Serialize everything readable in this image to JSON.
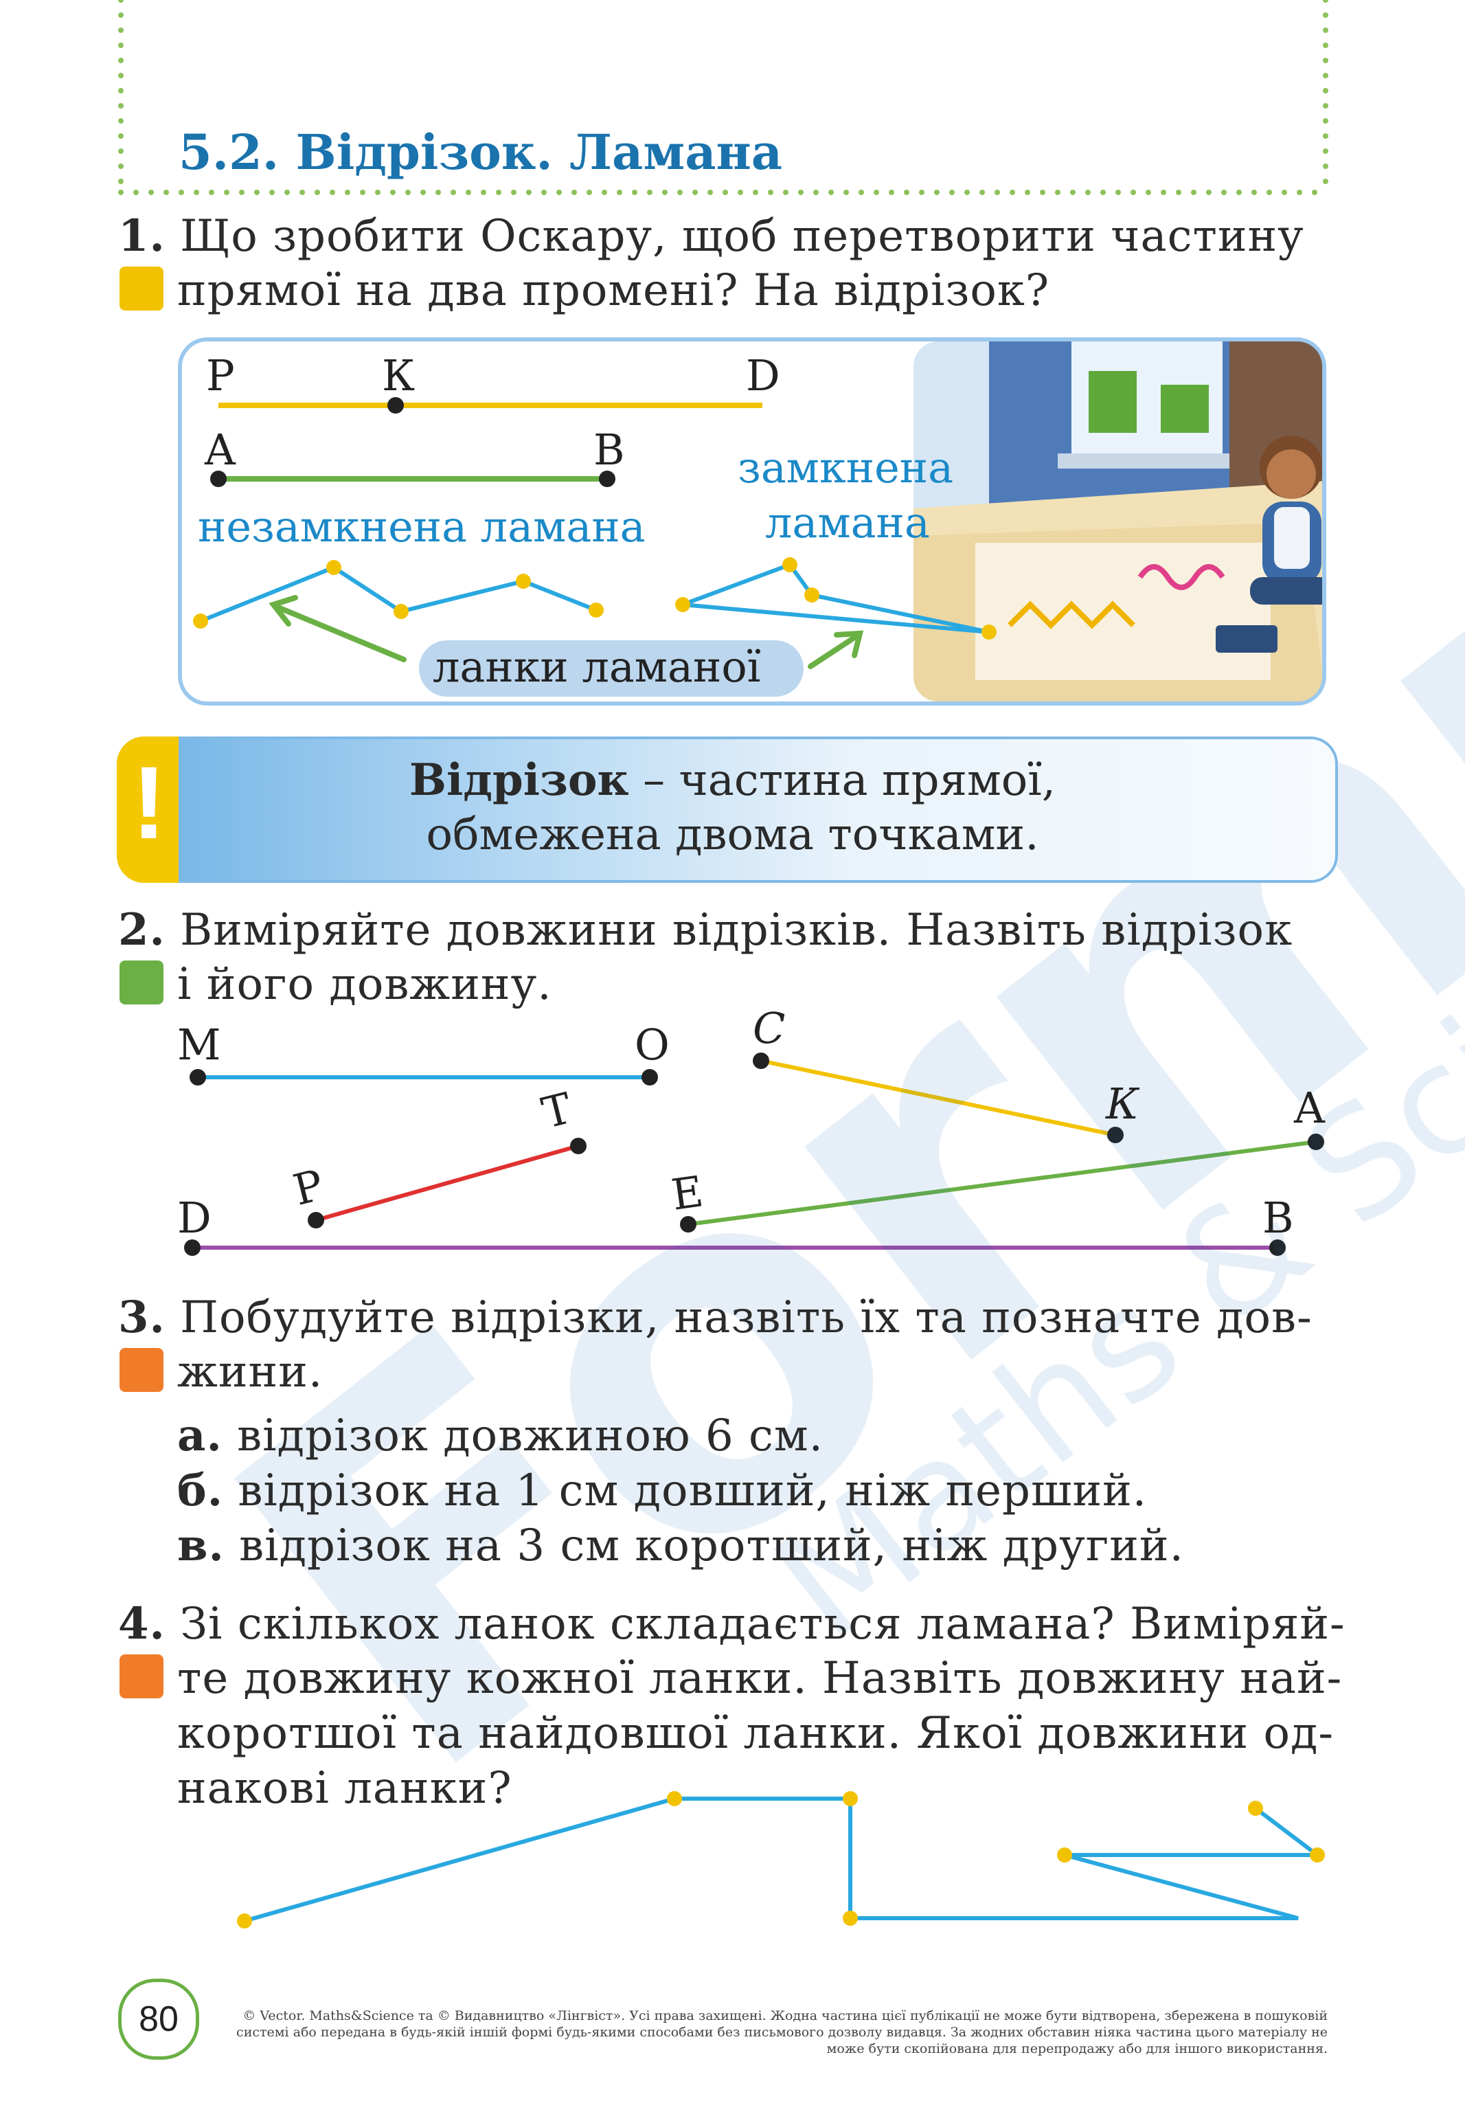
{
  "title": "5.2. Відрізок. Ламана",
  "task1": {
    "number": "1.",
    "line1": "Що зробити Оскару, щоб перетворити частину",
    "line2": "прямої на два промені? На відрізок?",
    "labels": {
      "P": "P",
      "K": "К",
      "D": "D",
      "A": "A",
      "B": "B",
      "open_polyline": "незамкнена ламана",
      "closed_line1": "замкнена",
      "closed_line2": "ламана",
      "links": "ланки ламаної"
    }
  },
  "definition": {
    "term": "Відрізок",
    "rest": " – частина прямої,",
    "line2": "обмежена двома точками."
  },
  "task2": {
    "number": "2.",
    "line1": "Виміряйте довжини відрізків. Назвіть відрізок",
    "line2": "і його довжину.",
    "labels": {
      "M": "M",
      "O": "O",
      "C": "C",
      "T": "T",
      "K": "К",
      "A": "A",
      "P": "P",
      "E": "E",
      "D": "D",
      "B": "B"
    }
  },
  "task3": {
    "number": "3.",
    "line1": "Побудуйте відрізки, назвіть їх та позначте дов-",
    "line2": "жини.",
    "items": [
      {
        "marker": "а.",
        "text": "відрізок довжиною 6 см."
      },
      {
        "marker": "б.",
        "text": "відрізок на 1 см довший, ніж перший."
      },
      {
        "marker": "в.",
        "text": "відрізок на 3 см коротший, ніж другий."
      }
    ]
  },
  "task4": {
    "number": "4.",
    "line1": "Зі скількох ланок складається ламана? Виміряй-",
    "line2": "те довжину кожної ланки. Назвіть довжину най-",
    "line3": "коротшої та найдовшої ланки. Якої довжини од-",
    "line4": "накові ланки?"
  },
  "page_number": "80",
  "copyright": "© Vector. Maths&Science та © Видавництво «Лінгвіст». Усі права захищені. Жодна частина цієї публікації не може бути відтворена, збережена в пошуковій системі або передана в будь-якій іншій формі будь-якими способами без письмового дозволу видавця. За жодних обставин ніяка частина цього матеріалу не може бути скопійована для перепродажу або для іншого використання.",
  "colors": {
    "title": "#1a73ad",
    "yellow_line": "#f2c200",
    "green_line": "#6ab045",
    "blue_line": "#29a8e0",
    "red_line": "#e03030",
    "purple_line": "#9b4fa8",
    "definition_accent": "#f4c800"
  }
}
